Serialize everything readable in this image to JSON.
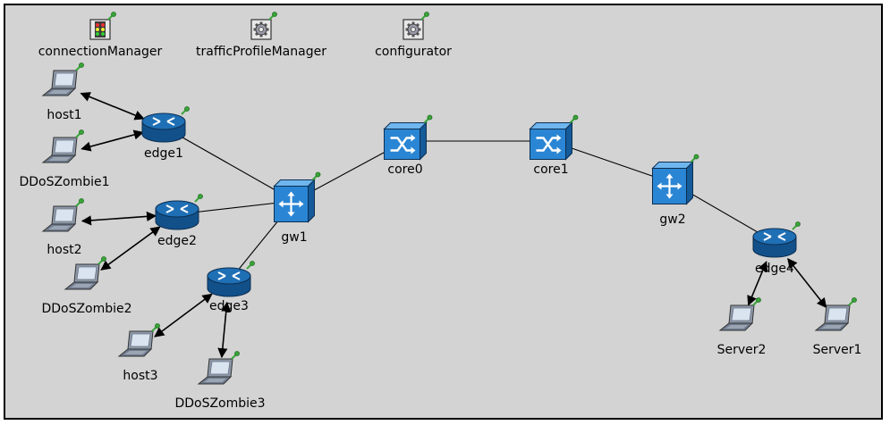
{
  "colors": {
    "background": "#d3d3d3",
    "router_blue": "#1f6fb5",
    "switch_blue": "#2a86d4",
    "laptop_grey": "#6f7c8f",
    "pin_green": "#3aa53a",
    "link": "#000000"
  },
  "network": {
    "modules": [
      {
        "id": "connectionManager",
        "label": "connectionManager",
        "icon": "connection-manager-icon"
      },
      {
        "id": "trafficProfileManager",
        "label": "trafficProfileManager",
        "icon": "gear-icon"
      },
      {
        "id": "configurator",
        "label": "configurator",
        "icon": "gear-icon"
      }
    ],
    "nodes": [
      {
        "id": "host1",
        "label": "host1",
        "type": "laptop"
      },
      {
        "id": "DDoSZombie1",
        "label": "DDoSZombie1",
        "type": "laptop"
      },
      {
        "id": "edge1",
        "label": "edge1",
        "type": "router"
      },
      {
        "id": "host2",
        "label": "host2",
        "type": "laptop"
      },
      {
        "id": "edge2",
        "label": "edge2",
        "type": "router"
      },
      {
        "id": "DDoSZombie2",
        "label": "DDoSZombie2",
        "type": "laptop"
      },
      {
        "id": "edge3",
        "label": "edge3",
        "type": "router"
      },
      {
        "id": "host3",
        "label": "host3",
        "type": "laptop"
      },
      {
        "id": "DDoSZombie3",
        "label": "DDoSZombie3",
        "type": "laptop"
      },
      {
        "id": "gw1",
        "label": "gw1",
        "type": "gateway"
      },
      {
        "id": "core0",
        "label": "core0",
        "type": "switch"
      },
      {
        "id": "core1",
        "label": "core1",
        "type": "switch"
      },
      {
        "id": "gw2",
        "label": "gw2",
        "type": "gateway"
      },
      {
        "id": "edge4",
        "label": "edge4",
        "type": "router"
      },
      {
        "id": "Server2",
        "label": "Server2",
        "type": "laptop"
      },
      {
        "id": "Server1",
        "label": "Server1",
        "type": "laptop"
      }
    ],
    "links": [
      {
        "from": "host1",
        "to": "edge1",
        "kind": "wireless"
      },
      {
        "from": "DDoSZombie1",
        "to": "edge1",
        "kind": "wireless"
      },
      {
        "from": "host2",
        "to": "edge2",
        "kind": "wireless"
      },
      {
        "from": "DDoSZombie2",
        "to": "edge2",
        "kind": "wireless"
      },
      {
        "from": "host3",
        "to": "edge3",
        "kind": "wireless"
      },
      {
        "from": "DDoSZombie3",
        "to": "edge3",
        "kind": "wireless"
      },
      {
        "from": "Server2",
        "to": "edge4",
        "kind": "wireless"
      },
      {
        "from": "Server1",
        "to": "edge4",
        "kind": "wireless"
      },
      {
        "from": "edge1",
        "to": "gw1",
        "kind": "wired"
      },
      {
        "from": "edge2",
        "to": "gw1",
        "kind": "wired"
      },
      {
        "from": "edge3",
        "to": "gw1",
        "kind": "wired"
      },
      {
        "from": "gw1",
        "to": "core0",
        "kind": "wired"
      },
      {
        "from": "core0",
        "to": "core1",
        "kind": "wired"
      },
      {
        "from": "core1",
        "to": "gw2",
        "kind": "wired"
      },
      {
        "from": "gw2",
        "to": "edge4",
        "kind": "wired"
      }
    ]
  }
}
